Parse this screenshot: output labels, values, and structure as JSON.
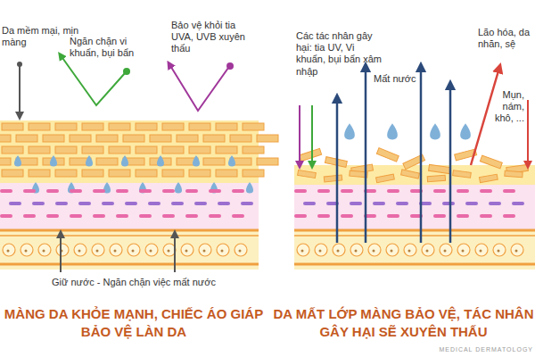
{
  "diagram": {
    "labels": [
      "Da mềm mại, mịn màng",
      "Ngăn chặn vi khuẩn, bụi bẩn",
      "Bảo vệ khỏi tia UVA, UVB xuyên thấu",
      "Giữ nước - Ngăn chặn việc mất nước",
      "MÀNG DA KHỎE MẠNH, CHIẾC ÁO GIÁP BẢO VỆ LÀN DA",
      "Các tác nhân gây hại: tia UV, Vi khuẩn, bụi bẩn xâm nhập",
      "Mất nước",
      "Lão hóa, da nhăn, sệ",
      "Mụn, nám, khô, ...",
      "DA MẤT LỚP MÀNG BẢO VỆ, TÁC NHÂN GÂY HẠI SẼ XUYÊN THẤU",
      "MEDICAL DERMATOLOGY"
    ]
  }
}
